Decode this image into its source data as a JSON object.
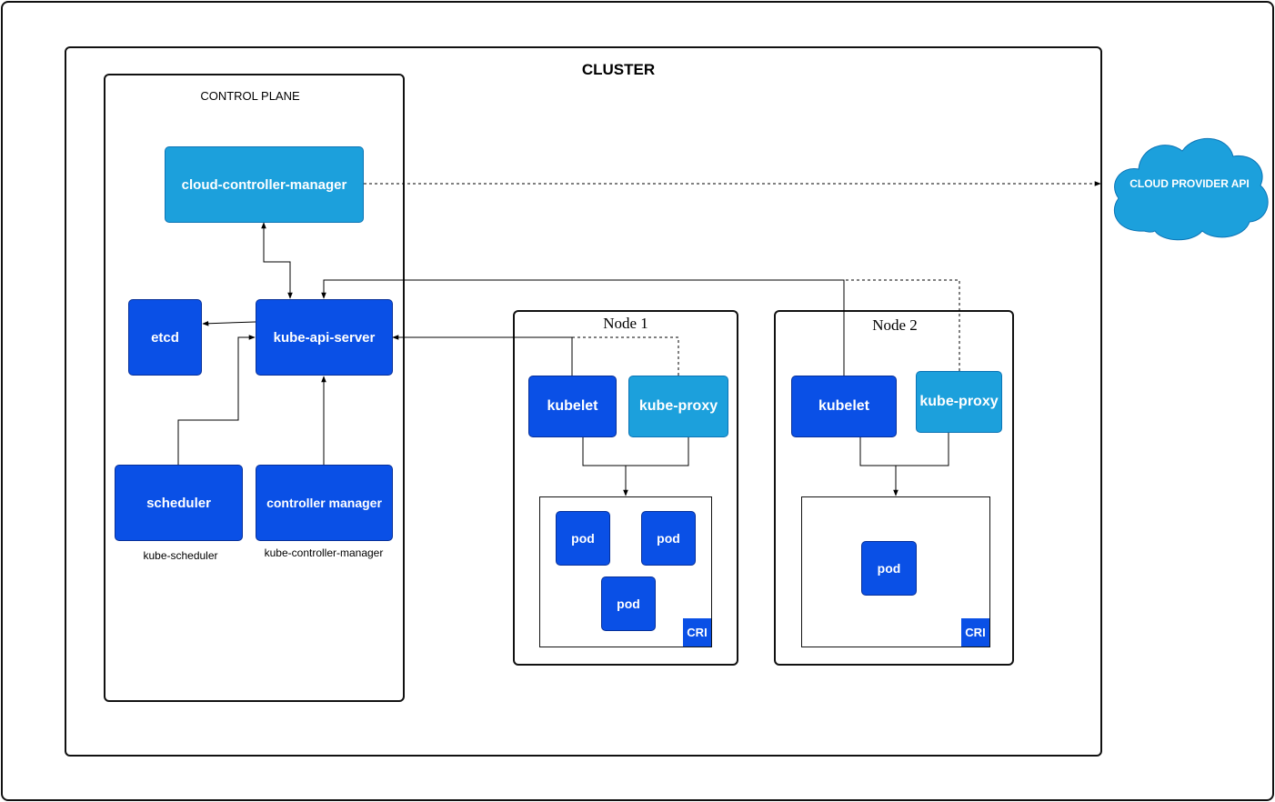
{
  "cluster": {
    "title": "CLUSTER"
  },
  "control_plane": {
    "title": "CONTROL PLANE",
    "cloud_controller_manager": "cloud-controller-manager",
    "etcd": "etcd",
    "kube_api_server": "kube-api-server",
    "scheduler": "scheduler",
    "scheduler_caption": "kube-scheduler",
    "controller_manager": "controller manager",
    "controller_manager_caption": "kube-controller-manager"
  },
  "cloud": {
    "label": "CLOUD PROVIDER API",
    "color": "#1ca0dc"
  },
  "node1": {
    "title": "Node 1",
    "kubelet": "kubelet",
    "kube_proxy": "kube-proxy",
    "pods": [
      "pod",
      "pod",
      "pod"
    ],
    "cri": "CRI"
  },
  "node2": {
    "title": "Node 2",
    "kubelet": "kubelet",
    "kube_proxy": "kube-proxy",
    "pods": [
      "pod"
    ],
    "cri": "CRI"
  },
  "colors": {
    "component_dark": "#0a50e6",
    "component_light": "#1ca0dc",
    "border": "#111111"
  }
}
